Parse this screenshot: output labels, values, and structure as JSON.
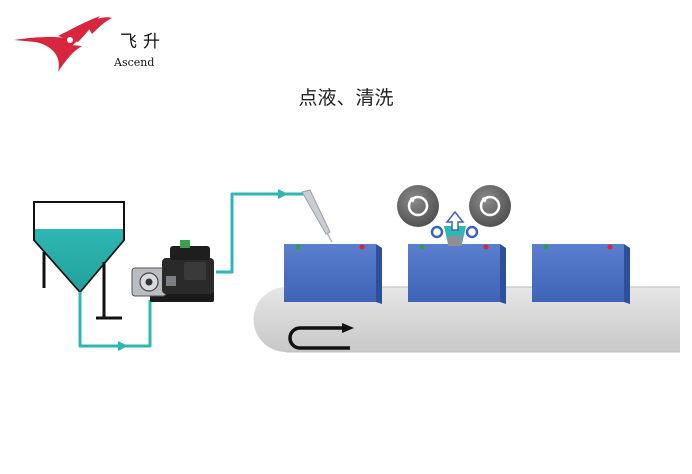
{
  "logo": {
    "chinese": "飞升",
    "english": "Ascend",
    "brand_color": "#d7263d"
  },
  "title": "点液、清洗",
  "colors": {
    "liquid": "#2fb7b3",
    "battery_body": "#3f63b6",
    "belt": "#d4d4d4",
    "roller": "#666666",
    "terminal_positive": "#e0242b",
    "terminal_negative": "#2aa43a"
  },
  "icons": [
    "hopper-tank",
    "dispensing-pump",
    "dispensing-needle",
    "cleaning-roller-left",
    "cleaning-roller-right",
    "cleaning-nozzle",
    "conveyor-direction-arrow"
  ],
  "batteries": [
    {
      "terminals": [
        "negative",
        "positive"
      ]
    },
    {
      "terminals": [
        "negative",
        "positive"
      ]
    },
    {
      "terminals": [
        "negative",
        "positive"
      ]
    }
  ]
}
